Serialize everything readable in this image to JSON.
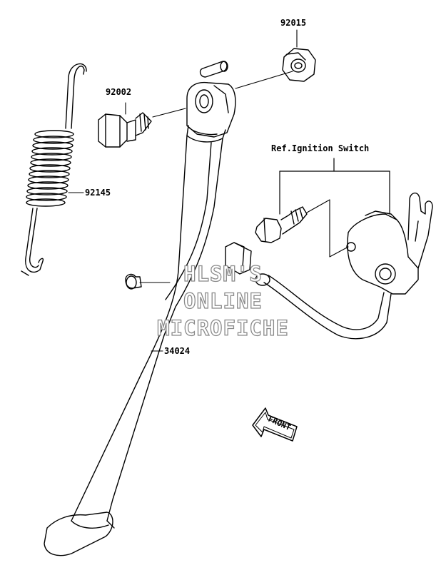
{
  "parts": [
    {
      "id": "p92015",
      "number": "92015",
      "description": "nut"
    },
    {
      "id": "p92002",
      "number": "92002",
      "description": "bolt"
    },
    {
      "id": "p92145",
      "number": "92145",
      "description": "spring"
    },
    {
      "id": "p34024",
      "number": "34024",
      "description": "side stand"
    }
  ],
  "reference_label": "Ref.Ignition Switch",
  "front_label": "FRONT",
  "watermark": {
    "line1": "HLSM'S",
    "line2": "ONLINE",
    "line3": "MICROFICHE"
  },
  "colors": {
    "line": "#000000",
    "watermark_stroke": "#8a8a8a",
    "background": "#ffffff"
  }
}
